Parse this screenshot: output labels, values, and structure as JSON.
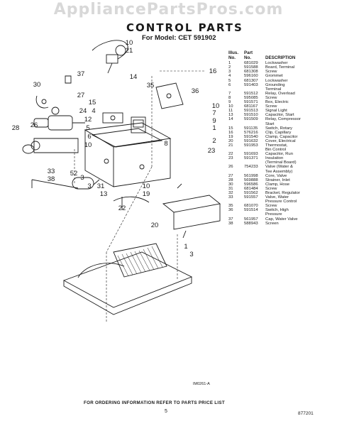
{
  "watermark": "AppliancePartsPros.com",
  "title": "CONTROL PARTS",
  "model_line": "For Model: CET 591902",
  "table": {
    "head_no_1": "Illus.",
    "head_no_2": "No.",
    "head_part_1": "Part",
    "head_part_2": "No.",
    "head_desc": "DESCRIPTION",
    "rows": [
      {
        "no": "1",
        "part": "681029",
        "desc": "Lockwasher"
      },
      {
        "no": "2",
        "part": "591588",
        "desc": "Board, Terminal"
      },
      {
        "no": "3",
        "part": "681308",
        "desc": "Screw"
      },
      {
        "no": "4",
        "part": "596160",
        "desc": "Grommet"
      },
      {
        "no": "5",
        "part": "681307",
        "desc": "Lockwasher"
      },
      {
        "no": "6",
        "part": "591403",
        "desc": "Grounding"
      },
      {
        "no": "",
        "part": "",
        "desc": "Terminal"
      },
      {
        "no": "7",
        "part": "591512",
        "desc": "Relay, Overload"
      },
      {
        "no": "8",
        "part": "595085",
        "desc": "Screw"
      },
      {
        "no": "9",
        "part": "591571",
        "desc": "Box, Electric"
      },
      {
        "no": "10",
        "part": "681167",
        "desc": "Screw"
      },
      {
        "no": "11",
        "part": "591513",
        "desc": "Signal Light"
      },
      {
        "no": "13",
        "part": "591510",
        "desc": "Capacitor, Start"
      },
      {
        "no": "14",
        "part": "591509",
        "desc": "Relay, Compressor"
      },
      {
        "no": "",
        "part": "",
        "desc": "Start"
      },
      {
        "no": "15",
        "part": "591135",
        "desc": "Switch, Rotary"
      },
      {
        "no": "16",
        "part": "576216",
        "desc": "Clip, Capillary"
      },
      {
        "no": "19",
        "part": "591540",
        "desc": "Clamp, Capacitor"
      },
      {
        "no": "20",
        "part": "591632",
        "desc": "Cover, Electrical"
      },
      {
        "no": "21",
        "part": "591953",
        "desc": "Thermostat,"
      },
      {
        "no": "",
        "part": "",
        "desc": "Bin Control"
      },
      {
        "no": "22",
        "part": "591693",
        "desc": "Capacitor, Run"
      },
      {
        "no": "23",
        "part": "591371",
        "desc": "Insulation"
      },
      {
        "no": "",
        "part": "",
        "desc": "(Terminal Board)"
      },
      {
        "no": "26",
        "part": "754233",
        "desc": "Valve (Water &"
      },
      {
        "no": "",
        "part": "",
        "desc": "Tee Assembly)"
      },
      {
        "no": "27",
        "part": "561998",
        "desc": "Core, Valve"
      },
      {
        "no": "28",
        "part": "569888",
        "desc": "Strainer, Inlet"
      },
      {
        "no": "30",
        "part": "596586",
        "desc": "Clamp, Hose"
      },
      {
        "no": "31",
        "part": "681484",
        "desc": "Screw"
      },
      {
        "no": "32",
        "part": "591562",
        "desc": "Bracket, Regulator"
      },
      {
        "no": "33",
        "part": "591557",
        "desc": "Valve, Water"
      },
      {
        "no": "",
        "part": "",
        "desc": "Pressure Control"
      },
      {
        "no": "35",
        "part": "681070",
        "desc": "Screw"
      },
      {
        "no": "36",
        "part": "591514",
        "desc": "Switch, High"
      },
      {
        "no": "",
        "part": "",
        "desc": "Pressure"
      },
      {
        "no": "37",
        "part": "561957",
        "desc": "Cap, Water Valve"
      },
      {
        "no": "38",
        "part": "588943",
        "desc": "Screen"
      }
    ]
  },
  "diagram": {
    "callouts": [
      "10",
      "21",
      "16",
      "14",
      "35",
      "36",
      "37",
      "30",
      "27",
      "15",
      "4",
      "12",
      "24",
      "9",
      "10",
      "7",
      "26",
      "28",
      "5",
      "6",
      "10",
      "1",
      "2",
      "23",
      "8",
      "33",
      "38",
      "52",
      "3",
      "3",
      "31",
      "13",
      "19",
      "10",
      "22",
      "20",
      "1",
      "3"
    ]
  },
  "figure_ref": "IM0261-A",
  "footer_note": "FOR ORDERING INFORMATION REFER TO PARTS PRICE LIST",
  "page_number": "5",
  "doc_number": "877201"
}
